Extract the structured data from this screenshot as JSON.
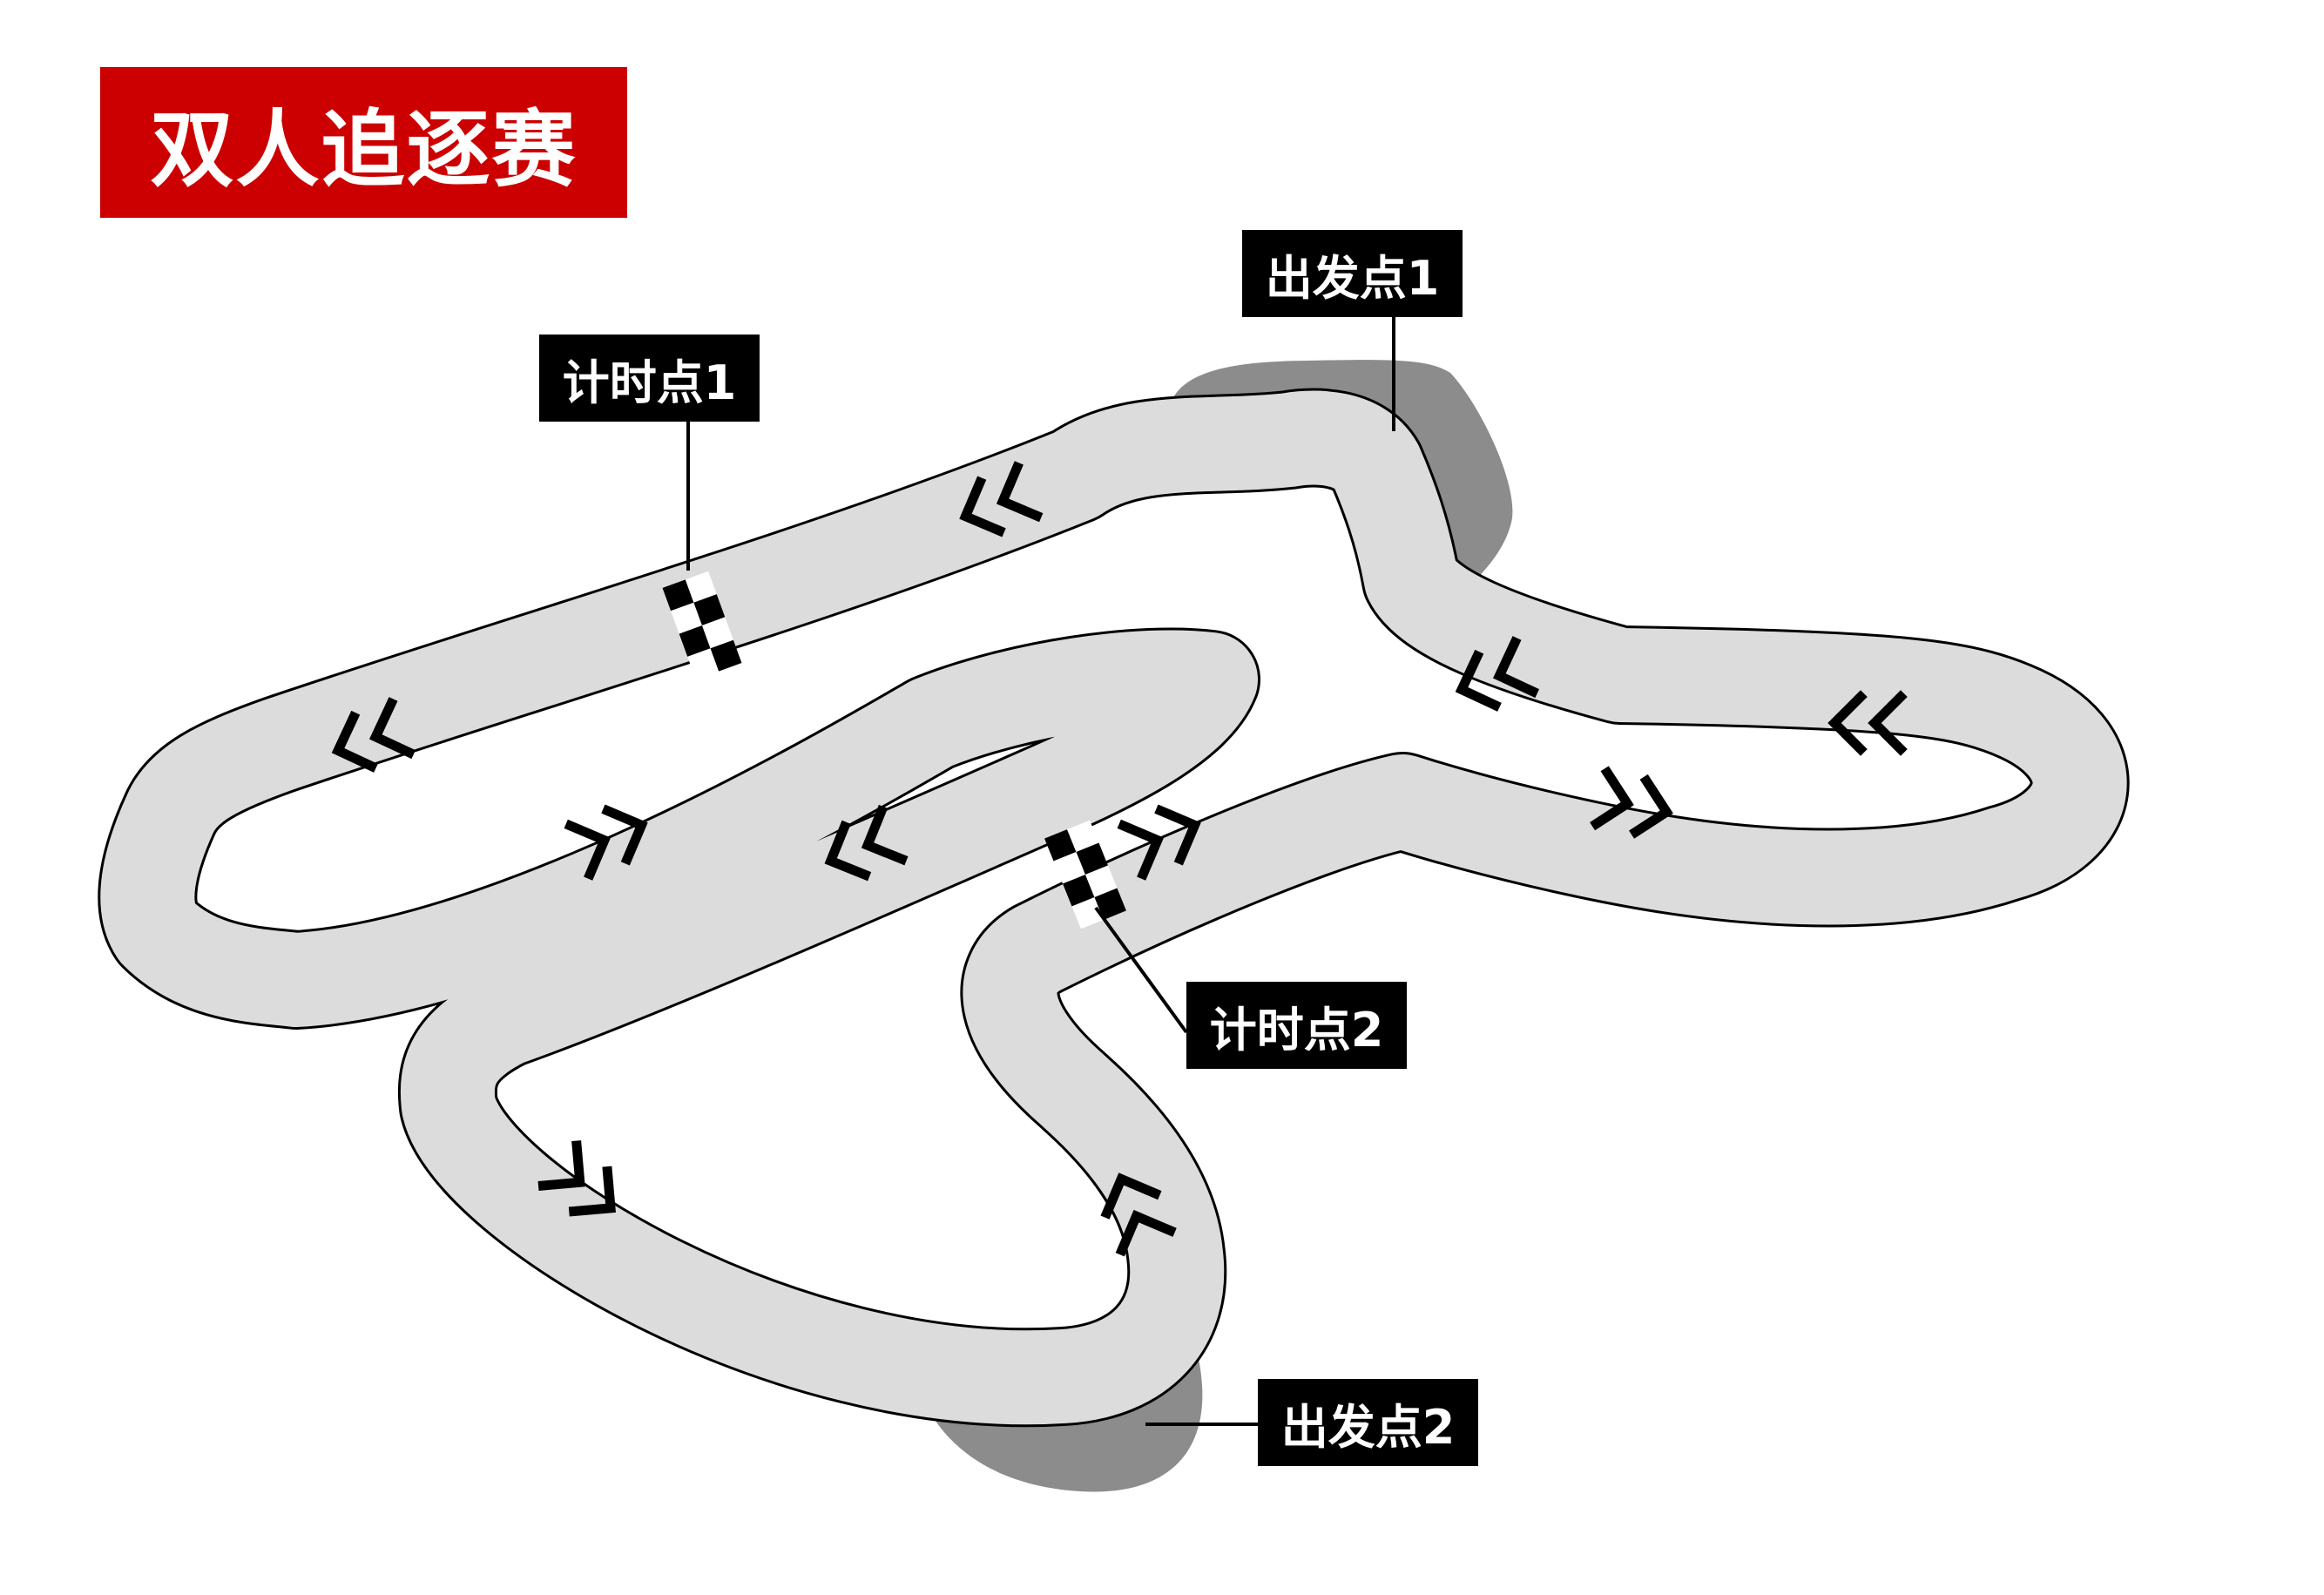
{
  "title": "双人追逐赛",
  "labels": {
    "start_point_1": "出发点1",
    "timing_point_1": "计时点1",
    "timing_point_2": "计时点2",
    "start_point_2": "出发点2"
  },
  "colors": {
    "title_background": "#cc0000",
    "title_text": "#ffffff",
    "label_background": "#000000",
    "label_text": "#ffffff",
    "track_fill": "#dcdcdc",
    "track_outline": "#000000",
    "start_zone": "#8c8c8c",
    "direction_arrow": "#000000"
  },
  "icons": [
    "double-chevron-arrow",
    "checkered-timing-line",
    "start-zone"
  ]
}
